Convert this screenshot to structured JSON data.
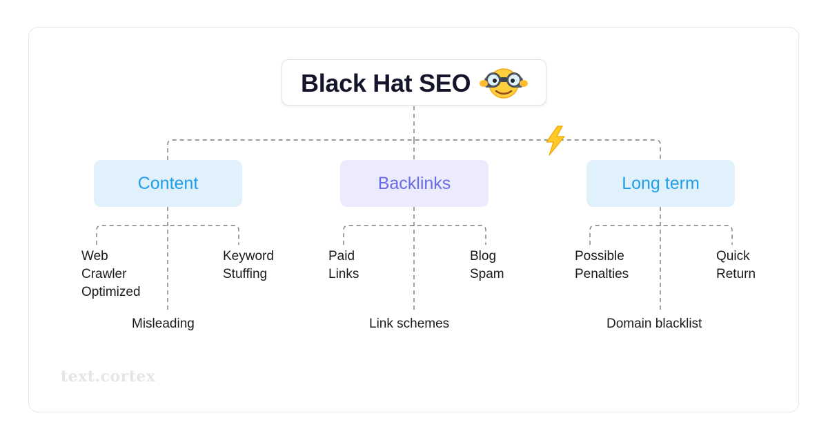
{
  "title": "Black Hat SEO",
  "categories": [
    {
      "label": "Content",
      "leaves": [
        "Web\nCrawler\nOptimized",
        "Misleading",
        "Keyword\nStuffing"
      ]
    },
    {
      "label": "Backlinks",
      "leaves": [
        "Paid\nLinks",
        "Link schemes",
        "Blog\nSpam"
      ]
    },
    {
      "label": "Long term",
      "leaves": [
        "Possible\nPenalties",
        "Domain blacklist",
        "Quick\nReturn"
      ]
    }
  ],
  "watermark": "text.cortex",
  "icons": {
    "title_icon": "binoculars-emoji-icon",
    "connector_icon": "lightning-bolt-icon"
  },
  "colors": {
    "content_text": "#1d9ee7",
    "content_bg": "#e1f1fb",
    "backlinks_text": "#6a6be6",
    "backlinks_bg": "#ebebfb",
    "longterm_text": "#1d9ee7",
    "longterm_bg": "#e1f1fb",
    "connector": "#7a7a7a"
  }
}
